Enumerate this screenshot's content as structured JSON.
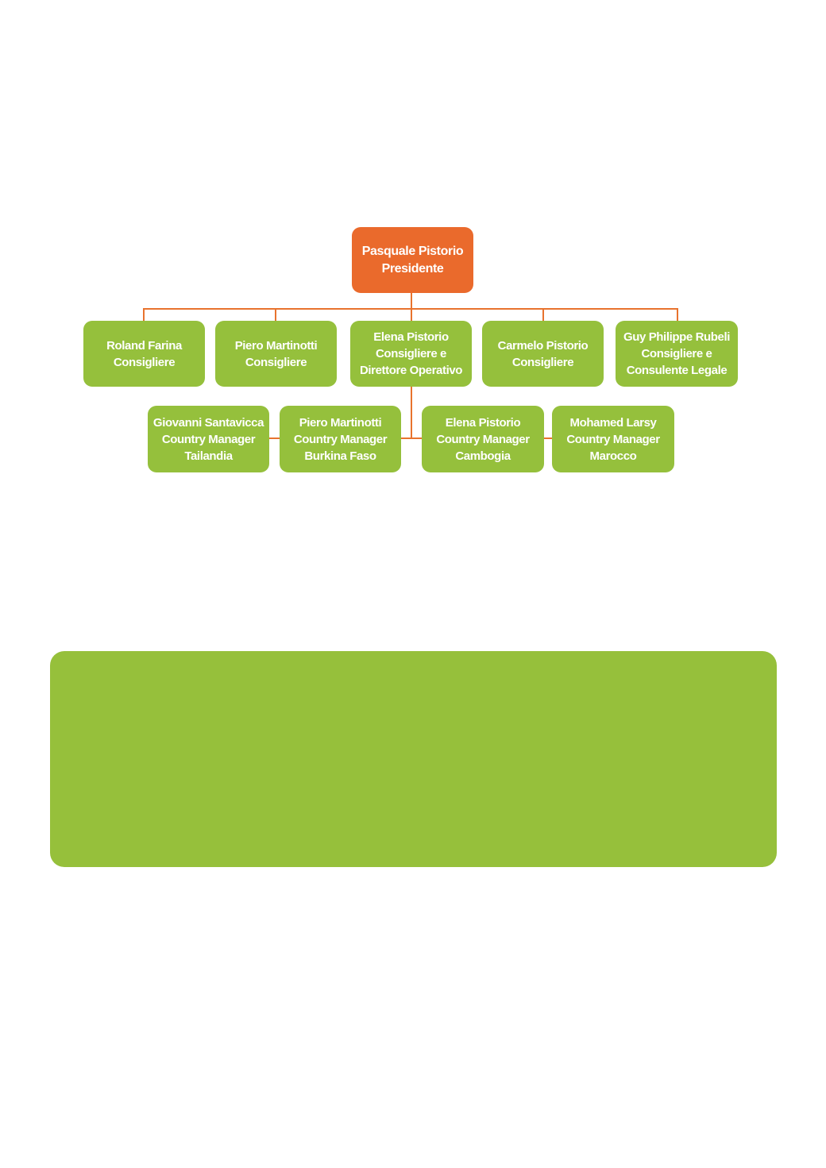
{
  "colors": {
    "president_box": "#ea6a2c",
    "member_box": "#95c03c",
    "connector": "#e8732e",
    "panel": "#96c03b"
  },
  "president": {
    "name": "Pasquale Pistorio",
    "role": "Presidente"
  },
  "board": [
    {
      "name": "Roland Farina",
      "role": "Consigliere",
      "role2": ""
    },
    {
      "name": "Piero Martinotti",
      "role": "Consigliere",
      "role2": ""
    },
    {
      "name": "Elena Pistorio",
      "role": "Consigliere e",
      "role2": "Direttore Operativo"
    },
    {
      "name": "Carmelo Pistorio",
      "role": "Consigliere",
      "role2": ""
    },
    {
      "name": "Guy Philippe Rubeli",
      "role": "Consigliere e",
      "role2": "Consulente Legale"
    }
  ],
  "country_managers": [
    {
      "name": "Giovanni Santavicca",
      "role": "Country Manager",
      "country": "Tailandia"
    },
    {
      "name": "Piero Martinotti",
      "role": "Country Manager",
      "country": "Burkina Faso"
    },
    {
      "name": "Elena Pistorio",
      "role": "Country Manager",
      "country": "Cambogia"
    },
    {
      "name": "Mohamed Larsy",
      "role": "Country Manager",
      "country": "Marocco"
    }
  ]
}
